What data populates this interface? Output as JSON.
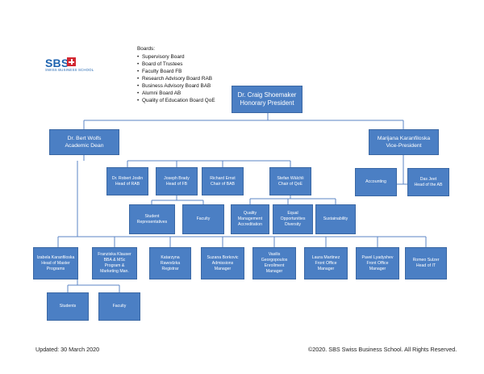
{
  "logo": {
    "main": "SBS",
    "sub": "SWISS BUSINESS SCHOOL"
  },
  "boards": {
    "title": "Boards:",
    "items": [
      "Supervisory Board",
      "Board of Trustees",
      "Faculty Board FB",
      "Research Advisory Board RAB",
      "Business Advisory Board BAB",
      "Alumni Board AB",
      "Quality of Education Board QoE"
    ]
  },
  "nodes": {
    "president": "Dr. Craig Shoemaker\nHonorary President",
    "dean": "Dr. Bert Wolfs\nAcademic Dean",
    "vp": "Marijana Karanfiloska\nVice-President",
    "rab": "Dr. Robert Joslin\nHead of RAB",
    "fb": "Joseph Brady\nHead of FB",
    "bab": "Richard Ernst\nChair of BAB",
    "qoe": "Stefan Wälchli\nChair of QoE",
    "accounting": "Accounting",
    "ab": "Das Jeet\nHead of the AB",
    "student_reps": "Student\nRepresentatives",
    "faculty_fb": "Faculty",
    "qm": "Quality\nManagement\nAccreditation",
    "equal": "Equal\nOpportunities\nDiversity",
    "sustainability": "Sustainability",
    "izabela": "Izabela Karanfiloska\nHead of Master\nPrograms",
    "franziska": "Franziska Klauser\nBBA & MSc\nProgram &\nMarketing Man.",
    "katarzyna": "Katarzyna\nRawodzka\nRegistrar",
    "suzana": "Suzana Borkovic\nAdmissions\nManager",
    "vasilis": "Vasilis\nGeorgopoulos\nEnrollment\nManager",
    "laura": "Laura Martinez\nFront Office\nManager",
    "pavel": "Pavel Lyadyshev\nFront Office\nManager",
    "romeo": "Romeo Sulzer\nHead of IT",
    "students": "Students",
    "faculty_bottom": "Faculty"
  },
  "footer": {
    "updated": "Updated: 30 March 2020",
    "copyright": "©2020. SBS Swiss Business School. All Rights Reserved."
  }
}
